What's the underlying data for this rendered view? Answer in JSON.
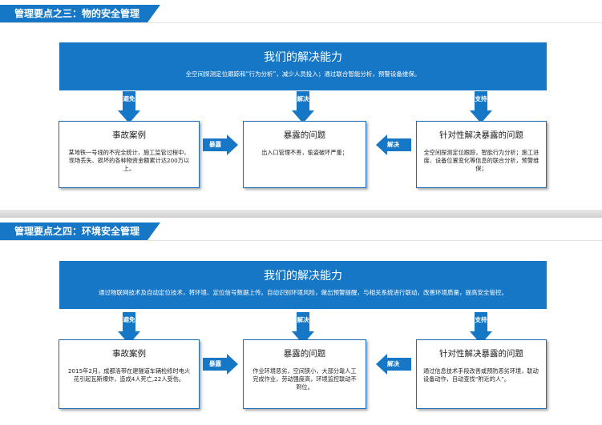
{
  "section1": {
    "title": "管理要点之三：物的安全管理",
    "banner_title": "我们的解决能力",
    "banner_sub": "全空间探测定位跟踪和“行为分析”，减少人员投入；通过联合智能分析，预警设备维保。",
    "arrow_left": "避免",
    "arrow_mid": "解决",
    "arrow_right": "支持",
    "box_left_title": "事故案例",
    "box_left_body": "某地铁一号线的不完全统计，施工监管过程中，现场丢失、损坏的各种物资金额累计达200万以上。",
    "box_mid_title": "暴露的问题",
    "box_mid_body": "出入口管理不善，偷盗破坏严重；",
    "box_right_title": "针对性解决暴露的问题",
    "box_right_body": "全空间探测定位跟踪，智能行为分析；施工进度、设备位置变化等信息的联合分析，预警维保；",
    "harrow_right": "暴露",
    "harrow_left": "解决"
  },
  "section2": {
    "title": "管理要点之四：环境安全管理",
    "banner_title": "我们的解决能力",
    "banner_sub": "通过物联网技术及自动定位技术，将环境、定位信号数据上传。自动识别环境风险，做出预警提醒，与相关系统进行联动，改善环境质量，提高安全管控。",
    "arrow_left": "避免",
    "arrow_mid": "解决",
    "arrow_right": "支持",
    "box_left_title": "事故案例",
    "box_left_body": "2015年2月，成都洛带在建隧道车辆检修时电火花引起瓦斯爆炸，造成4人死亡,22人受伤。",
    "box_mid_title": "暴露的问题",
    "box_mid_body": "作业环境恶劣，空间狭小，大部分靠人工完成作业，劳动强度高，环境监控联动不到位。",
    "box_right_title": "针对性解决暴露的问题",
    "box_right_body": "通过信息技术手段改善或预防恶劣环境，联动设备动作，自动查找“附近的人”。",
    "harrow_right": "暴露",
    "harrow_left": "解决"
  }
}
